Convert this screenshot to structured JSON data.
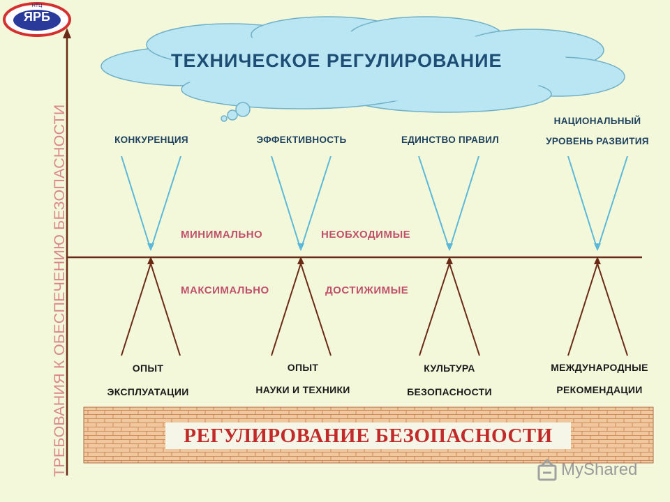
{
  "logo": {
    "text": "ЯРБ",
    "small": "НТЦ"
  },
  "title": "ТЕХНИЧЕСКОЕ РЕГУЛИРОВАНИЕ",
  "vertical_axis_label": "ТРЕБОВАНИЯ К ОБЕСПЕЧЕНИЮ БЕЗОПАСНОСТИ",
  "top_factors": [
    {
      "lines": [
        "КОНКУРЕНЦИЯ"
      ]
    },
    {
      "lines": [
        "ЭФФЕКТИВНОСТЬ"
      ]
    },
    {
      "lines": [
        "ЕДИНСТВО ПРАВИЛ"
      ]
    },
    {
      "lines": [
        "НАЦИОНАЛЬНЫЙ",
        "УРОВЕНЬ РАЗВИТИЯ"
      ]
    }
  ],
  "middle_labels": {
    "upper_left": "МИНИМАЛЬНО",
    "upper_right": "НЕОБХОДИМЫЕ",
    "lower_left": "МАКСИМАЛЬНО",
    "lower_right": "ДОСТИЖИМЫЕ"
  },
  "bottom_factors": [
    {
      "lines": [
        "ОПЫТ",
        "ЭКСПЛУАТАЦИИ"
      ]
    },
    {
      "lines": [
        "ОПЫТ",
        "НАУКИ И ТЕХНИКИ"
      ]
    },
    {
      "lines": [
        "КУЛЬТУРА",
        "БЕЗОПАСНОСТИ"
      ]
    },
    {
      "lines": [
        "МЕЖДУНАРОДНЫЕ",
        "РЕКОМЕНДАЦИИ"
      ]
    }
  ],
  "banner": "РЕГУЛИРОВАНИЕ БЕЗОПАСНОСТИ",
  "watermark": "MyShared",
  "colors": {
    "background": "#f3f8da",
    "cloud_fill": "#b9e6f2",
    "cloud_stroke": "#6fb0c8",
    "axis": "#6b2a16",
    "top_arrows": "#5bb8d8",
    "bottom_arrows": "#6b2a16",
    "title": "#1d4d75",
    "middle_text": "#c0506a",
    "banner_text": "#c22a2a",
    "brick_fill": "#f0c8a0",
    "brick_line": "#d08a58",
    "logo_red": "#d43030",
    "logo_blue": "#2a3a9a"
  }
}
